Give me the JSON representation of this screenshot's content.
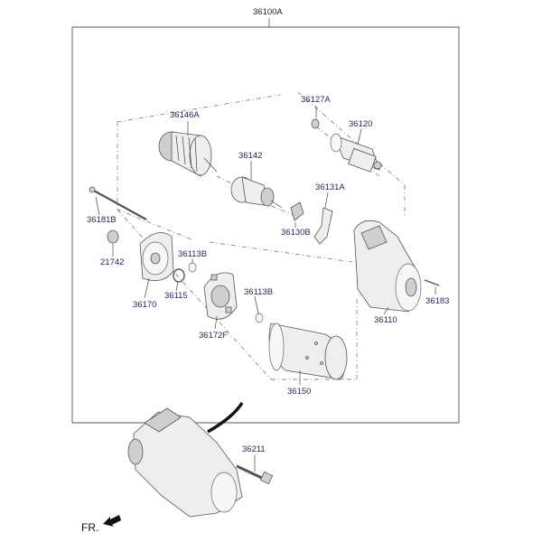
{
  "assembly_label": "36100A",
  "part_labels": {
    "p36146A": "36146A",
    "p36142": "36142",
    "p36127A": "36127A",
    "p36120": "36120",
    "p36131A": "36131A",
    "p36130B": "36130B",
    "p36181B": "36181B",
    "p21742": "21742",
    "p36113B_top": "36113B",
    "p36115": "36115",
    "p36170": "36170",
    "p36113B_mid": "36113B",
    "p36172F": "36172F",
    "p36110": "36110",
    "p36183": "36183",
    "p36150": "36150",
    "p36211": "36211"
  },
  "direction_label": "FR.",
  "colors": {
    "label_text": "#1f2a6b",
    "line": "#444444"
  },
  "icons": {
    "direction_arrow": "arrow-left-icon"
  }
}
